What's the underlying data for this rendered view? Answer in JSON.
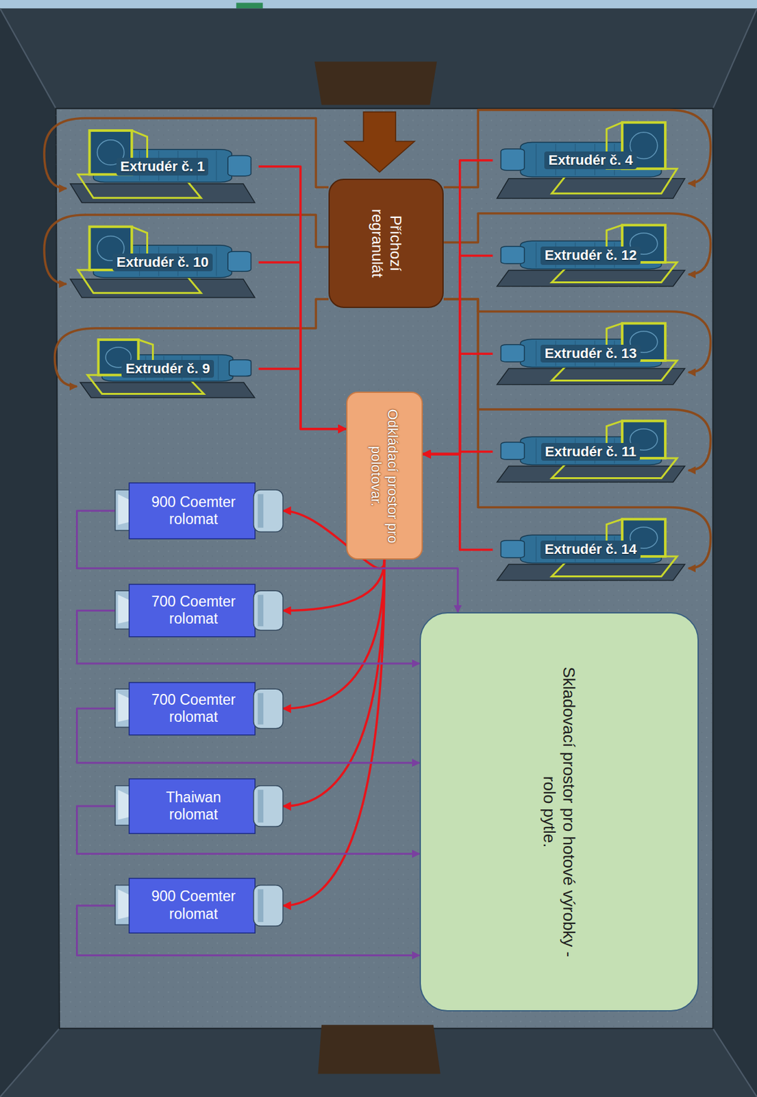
{
  "diagram": {
    "nodes": [
      {
        "text": [
          "Extrudér č. 1"
        ]
      },
      {
        "text": [
          "Příchozí regranulát"
        ]
      },
      {
        "text": [
          "Extrudér č. 4"
        ]
      },
      {
        "text": [
          "Extrudér č. 10"
        ]
      },
      {
        "text": [
          "Extrudér č. 12"
        ]
      },
      {
        "text": [
          "Extrudér č. 9"
        ]
      },
      {
        "text": [
          "Extrudér č. 13"
        ]
      },
      {
        "text": [
          "Odkládací prostor pro polotovar."
        ]
      },
      {
        "text": [
          "Extrudér č. 11"
        ]
      },
      {
        "text": [
          "Extrudér č. 14"
        ]
      },
      {
        "text": [
          "900 Coemter rolomat"
        ]
      },
      {
        "text": [
          "700 Coemter rolomat"
        ]
      },
      {
        "text": [
          "Skladovací prostor pro hotové výrobky - rolo pytle."
        ]
      },
      {
        "text": [
          "700 Coemter rolomat"
        ]
      },
      {
        "text": [
          "Thaiwan rolomat"
        ]
      },
      {
        "text": [
          "900 Coemter rolomat"
        ]
      }
    ],
    "edges": [
      {
        "from": 1,
        "to": 0,
        "arrow": "to"
      },
      {
        "from": 1,
        "to": 2,
        "arrow": "to"
      },
      {
        "from": 1,
        "to": 3,
        "arrow": "to"
      },
      {
        "from": 1,
        "to": 4,
        "arrow": "to"
      },
      {
        "from": 1,
        "to": 5,
        "arrow": "to"
      },
      {
        "from": 1,
        "to": 6,
        "arrow": "to"
      },
      {
        "from": 1,
        "to": 8,
        "arrow": "to"
      },
      {
        "from": 1,
        "to": 9,
        "arrow": "to"
      },
      {
        "from": 0,
        "to": 7,
        "arrow": "to"
      },
      {
        "from": 3,
        "to": 7,
        "arrow": "to"
      },
      {
        "from": 5,
        "to": 7,
        "arrow": "to"
      },
      {
        "from": 2,
        "to": 7,
        "arrow": "to"
      },
      {
        "from": 4,
        "to": 7,
        "arrow": "to"
      },
      {
        "from": 6,
        "to": 7,
        "arrow": "to"
      },
      {
        "from": 8,
        "to": 7,
        "arrow": "to"
      },
      {
        "from": 9,
        "to": 7,
        "arrow": "to"
      },
      {
        "from": 7,
        "to": 10,
        "arrow": "to"
      },
      {
        "from": 7,
        "to": 11,
        "arrow": "to"
      },
      {
        "from": 7,
        "to": 13,
        "arrow": "to"
      },
      {
        "from": 7,
        "to": 14,
        "arrow": "to"
      },
      {
        "from": 7,
        "to": 15,
        "arrow": "to"
      },
      {
        "from": 10,
        "to": 12,
        "arrow": "to"
      },
      {
        "from": 11,
        "to": 12,
        "arrow": "to"
      },
      {
        "from": 13,
        "to": 12,
        "arrow": "to"
      },
      {
        "from": 14,
        "to": 12,
        "arrow": "to"
      },
      {
        "from": 15,
        "to": 12,
        "arrow": "to"
      }
    ]
  }
}
